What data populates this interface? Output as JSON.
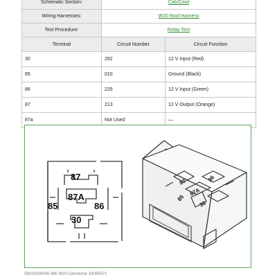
{
  "info": {
    "schematic_label": "Schematic Section:",
    "schematic_value": "Cab/Cowl",
    "harness_label": "Wiring Harnesses:",
    "harness_value": "W20 Roof Harness",
    "test_label": "Test Procedure:",
    "test_value": "Relay Test"
  },
  "table": {
    "headers": [
      "Terminal",
      "Circuit Number",
      "Circuit Function"
    ],
    "rows": [
      [
        "30",
        "292",
        "12 V Input (Red)"
      ],
      [
        "85",
        "010",
        "Ground (Black)"
      ],
      [
        "86",
        "225",
        "12 V Input (Green)"
      ],
      [
        "87",
        "213",
        "12 V Output (Orange)"
      ],
      [
        "87a",
        "Not Used",
        "—"
      ]
    ]
  },
  "diagram": {
    "front": {
      "p87": "87",
      "p87a": "87A",
      "p85": "85",
      "p86": "86",
      "p30": "30"
    },
    "iso": {
      "p87": "87",
      "p87a": "87A",
      "p85": "85",
      "p86": "86",
      "p30": "30"
    }
  },
  "caption": "SW10000000 WK W20 Connector 10000071"
}
